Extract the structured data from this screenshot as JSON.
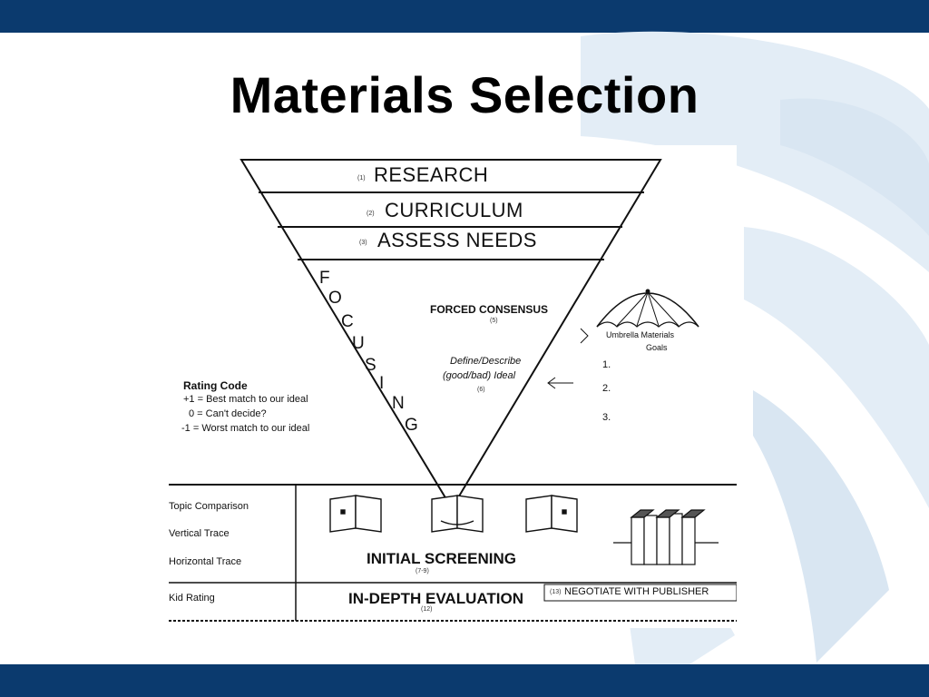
{
  "slide": {
    "title": "Materials Selection"
  },
  "diagram": {
    "tiers": {
      "research": {
        "marker": "(1)",
        "label": "RESEARCH"
      },
      "curriculum": {
        "marker": "(2)",
        "label": "CURRICULUM"
      },
      "assess_needs": {
        "marker": "(3)",
        "label": "ASSESS NEEDS"
      }
    },
    "focusing_letters": [
      "F",
      "O",
      "C",
      "U",
      "S",
      "I",
      "N",
      "G"
    ],
    "forced_consensus": {
      "label": "FORCED CONSENSUS",
      "marker": "(5)"
    },
    "define_describe": {
      "line1": "Define/Describe",
      "line2": "(good/bad) Ideal",
      "marker": "(6)"
    },
    "umbrella": {
      "caption": "Umbrella Materials",
      "subcaption": "Goals",
      "list": [
        "1.",
        "2.",
        "3."
      ]
    },
    "rating_code": {
      "title": "Rating Code",
      "lines": [
        "+1 = Best match to our ideal",
        "0 = Can't decide?",
        "-1 = Worst match to our ideal"
      ]
    },
    "row_labels": [
      "Topic Comparison",
      "Vertical Trace",
      "Horizontal Trace",
      "Kid Rating"
    ],
    "initial_screening": {
      "label": "INITIAL SCREENING",
      "marker": "(7-9)"
    },
    "in_depth": {
      "label": "IN-DEPTH EVALUATION",
      "marker": "(12)"
    },
    "negotiate": {
      "marker": "(13)",
      "label": "NEGOTIATE WITH PUBLISHER"
    }
  },
  "colors": {
    "band": "#0b3a6e",
    "watermark": "#dde9f3"
  }
}
